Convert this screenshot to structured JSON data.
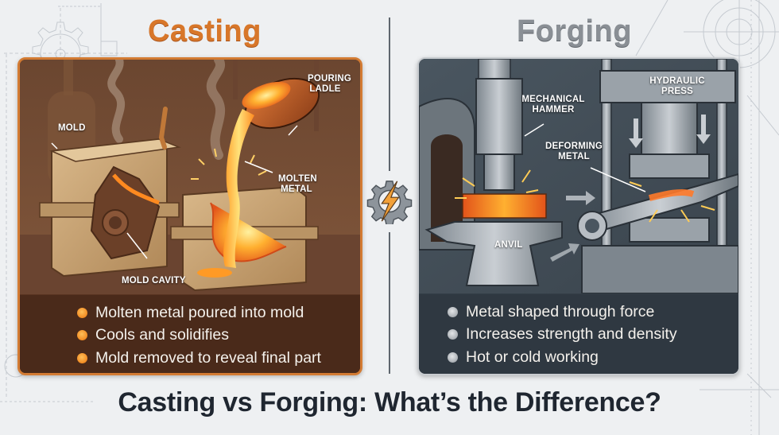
{
  "casting": {
    "title": "Casting",
    "accent_color": "#d8772a",
    "labels": {
      "mold": "MOLD",
      "pouring_ladle": "POURING LADLE",
      "molten_metal": "MOLTEN METAL",
      "mold_cavity": "MOLD CAVITY"
    },
    "bullets": [
      "Molten metal poured into mold",
      "Cools and solidifies",
      "Mold removed to reveal final part"
    ],
    "bullet_icon": "orange-dot-icon"
  },
  "forging": {
    "title": "Forging",
    "accent_color": "#8a8f95",
    "labels": {
      "mechanical_hammer": "MECHANICAL HAMMER",
      "hydraulic_press": "HYDRAULIC PRESS",
      "deforming_metal": "DEFORMING METAL",
      "anvil": "ANVIL"
    },
    "bullets": [
      "Metal shaped through force",
      "Increases strength and density",
      "Hot or cold working"
    ],
    "bullet_icon": "gray-dot-icon"
  },
  "center_icon": "gear-lightning-icon",
  "heading": "Casting vs Forging: What’s the Difference?"
}
